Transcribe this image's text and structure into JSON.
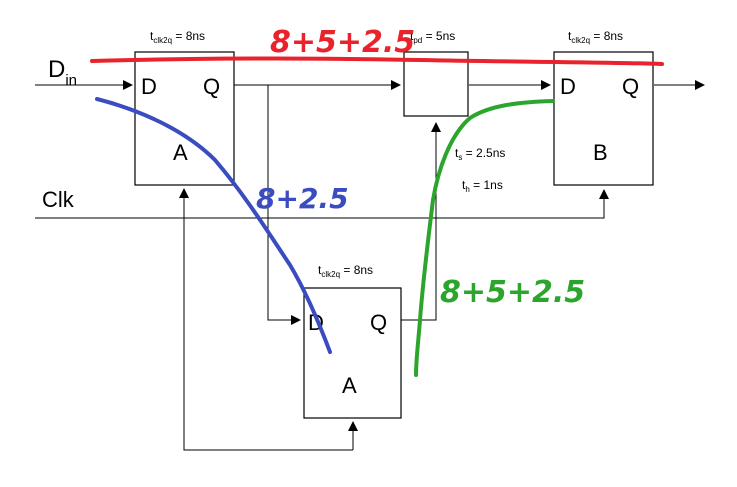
{
  "inputs": {
    "din": "D",
    "din_sub": "in",
    "clk": "Clk"
  },
  "ff_top_a": {
    "d": "D",
    "q": "Q",
    "name": "A",
    "tclk2q_t": "t",
    "tclk2q_sub": "clk2q",
    "tclk2q_val": " = 8ns"
  },
  "comb": {
    "tpd_t": "t",
    "tpd_sub": "pd",
    "tpd_val": " = 5ns"
  },
  "ff_b": {
    "d": "D",
    "q": "Q",
    "name": "B",
    "tclk2q_t": "t",
    "tclk2q_sub": "clk2q",
    "tclk2q_val": " = 8ns",
    "ts_t": "t",
    "ts_sub": "s",
    "ts_val": " = 2.5ns",
    "th_t": "t",
    "th_sub": "h",
    "th_val": " = 1ns"
  },
  "ff_bottom_a": {
    "d": "D",
    "q": "Q",
    "name": "A",
    "tclk2q_t": "t",
    "tclk2q_sub": "clk2q",
    "tclk2q_val": " = 8ns"
  },
  "annotations": {
    "red": "8+5+2.5",
    "blue": "8+2.5",
    "green": "8+5+2.5"
  },
  "colors": {
    "red": "#e8232b",
    "blue": "#3b4cc0",
    "green": "#2ca52c",
    "wire": "#000000"
  }
}
